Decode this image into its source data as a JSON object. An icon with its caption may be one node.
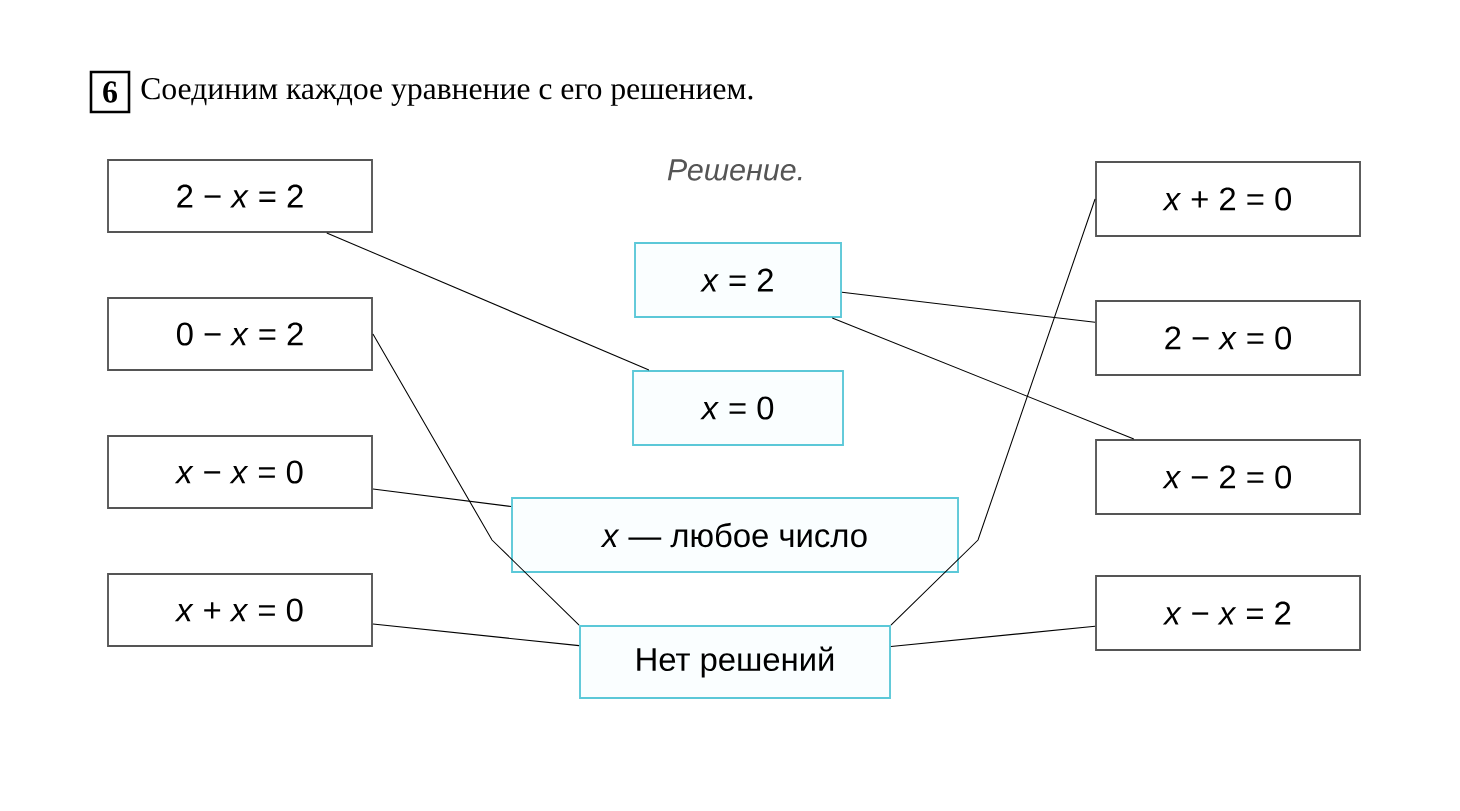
{
  "diagram": {
    "title": "Соединим каждое уравнение с его решением.",
    "nodes": [
      {
        "text": [
          "6"
        ]
      },
      {
        "text": [
          "2 − *x* = 2"
        ]
      },
      {
        "text": [
          "0 − *x* = 2"
        ]
      },
      {
        "text": [
          "*x* − *x* = 0"
        ]
      },
      {
        "text": [
          "*x* + *x* = 0"
        ]
      },
      {
        "text": [
          "*x* = 2"
        ]
      },
      {
        "text": [
          "*x* = 0"
        ]
      },
      {
        "text": [
          "*x* — любое число"
        ]
      },
      {
        "text": [
          "Нет решений"
        ]
      },
      {
        "text": [
          "*x* + 2 = 0"
        ]
      },
      {
        "text": [
          "2 − *x* = 0"
        ]
      },
      {
        "text": [
          "*x* − 2 = 0"
        ]
      },
      {
        "text": [
          "*x* − *x* = 2"
        ]
      }
    ],
    "edges": [
      {
        "from": 1,
        "to": 6,
        "arrow": "none"
      },
      {
        "from": 2,
        "to": 8,
        "arrow": "none"
      },
      {
        "from": 3,
        "to": 7,
        "arrow": "none"
      },
      {
        "from": 4,
        "to": 8,
        "arrow": "none"
      },
      {
        "from": 9,
        "to": 8,
        "arrow": "none"
      },
      {
        "from": 5,
        "to": 10,
        "arrow": "none"
      },
      {
        "from": 5,
        "to": 11,
        "arrow": "none"
      },
      {
        "from": 12,
        "to": 8,
        "arrow": "none"
      }
    ],
    "labels": [
      "Решение."
    ]
  }
}
